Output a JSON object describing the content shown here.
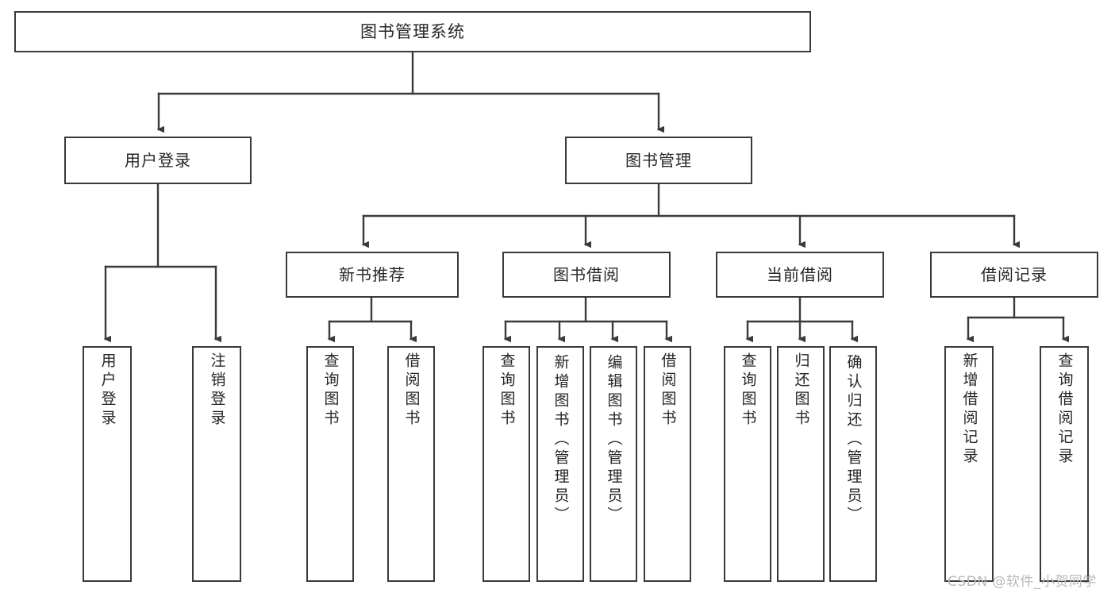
{
  "diagram": {
    "title": "图书管理系统",
    "type": "hierarchy-tree",
    "colors": {
      "background": "#ffffff",
      "box_border": "#3a3a3a",
      "edge_line": "#3a3a3a",
      "text": "#262626",
      "watermark": "#b9b9b9"
    },
    "root": {
      "label": "图书管理系统"
    },
    "level2": [
      {
        "label": "用户登录"
      },
      {
        "label": "图书管理"
      }
    ],
    "level3": [
      {
        "label": "新书推荐"
      },
      {
        "label": "图书借阅"
      },
      {
        "label": "当前借阅"
      },
      {
        "label": "借阅记录"
      }
    ],
    "leaves": {
      "user_login": [
        {
          "label": "用户登录"
        },
        {
          "label": "注销登录"
        }
      ],
      "new_book_recommend": [
        {
          "label": "查询图书"
        },
        {
          "label": "借阅图书"
        }
      ],
      "book_borrow": [
        {
          "label": "查询图书"
        },
        {
          "label": "新增图书（管理员）"
        },
        {
          "label": "编辑图书（管理员）"
        },
        {
          "label": "借阅图书"
        }
      ],
      "current_borrow": [
        {
          "label": "查询图书"
        },
        {
          "label": "归还图书"
        },
        {
          "label": "确认归还（管理员）"
        }
      ],
      "borrow_record": [
        {
          "label": "新增借阅记录"
        },
        {
          "label": "查询借阅记录"
        }
      ]
    },
    "watermark": "CSDN @软件_小贺同学"
  }
}
